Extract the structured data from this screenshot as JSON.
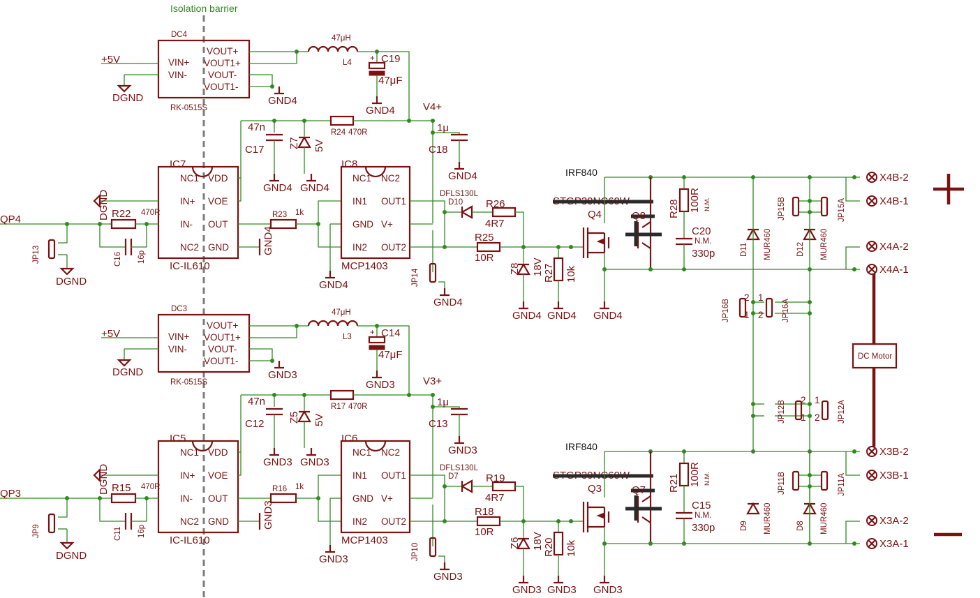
{
  "barrier_label": "Isolation barrier",
  "motor_label": "DC Motor",
  "plus_sign": "+",
  "minus_sign": "−",
  "colors": {
    "wire": "#2e8b1e",
    "part": "#7a1212",
    "barrier": "#7d7d7d",
    "strike": "#2a2a2a"
  },
  "top": {
    "input_net": "QP4",
    "supply": "+5V",
    "dgnd": "DGND",
    "gnd": "GND4",
    "rail": "V4+",
    "dc_name": "DC4",
    "dc_part": "RK-0515S",
    "dc_pins": [
      "VIN+",
      "VIN-",
      "VOUT+",
      "VOUT1+",
      "VOUT-",
      "VOUT1-"
    ],
    "inductor": {
      "name": "L4",
      "value": "47μH"
    },
    "cap_in": {
      "name": "C19",
      "value": "47μF"
    },
    "c_a": {
      "name": "C17",
      "value": "47n"
    },
    "z_a": {
      "name": "Z7",
      "value": "5V"
    },
    "r_a": {
      "name": "R24",
      "value": "470R"
    },
    "c_b": {
      "name": "C18",
      "value": "1μ"
    },
    "iso": {
      "name": "IC7",
      "part": "IC-IL610",
      "pins_left": [
        "NC1",
        "IN+",
        "IN-",
        "NC2"
      ],
      "pins_right": [
        "VDD",
        "VOE",
        "OUT",
        "GND"
      ]
    },
    "drv": {
      "name": "IC8",
      "part": "MCP1403",
      "pins_left": [
        "NC1",
        "IN1",
        "GND",
        "IN2"
      ],
      "pins_right": [
        "NC2",
        "OUT1",
        "V+",
        "OUT2"
      ]
    },
    "r_in": {
      "name": "R22",
      "value": "470R"
    },
    "c_in": {
      "name": "C16",
      "value": "16p"
    },
    "jp_in": "JP13",
    "r_ser": {
      "name": "R23",
      "value": "1k"
    },
    "diode": {
      "name": "D10",
      "part": "DFLS130L"
    },
    "r_g1": {
      "name": "R26",
      "value": "4R7"
    },
    "r_g2": {
      "name": "R25",
      "value": "10R"
    },
    "zener": {
      "name": "Z8",
      "value": "18V"
    },
    "r_pd": {
      "name": "R27",
      "value": "10k"
    },
    "jp_g": "JP14",
    "fet_type": "IRF840",
    "fet_strike": "STGP30NC60W",
    "q_main": "Q4",
    "q_alt": "Q8",
    "r_snub": {
      "name": "R28",
      "value": "100R",
      "note": "N.M."
    },
    "c_snub": {
      "name": "C20",
      "value": "330p",
      "note": "N.M."
    },
    "diode_l": {
      "name": "D11",
      "part": "MUR460"
    },
    "diode_r": {
      "name": "D12",
      "part": "MUR460"
    },
    "jp_b": "JP15B",
    "jp_a": "JP15A",
    "jp_mid_b": "JP16B",
    "jp_mid_a": "JP16A",
    "connectors": [
      "X4B-2",
      "X4B-1",
      "X4A-2",
      "X4A-1"
    ]
  },
  "bottom": {
    "input_net": "QP3",
    "supply": "+5V",
    "dgnd": "DGND",
    "gnd": "GND3",
    "rail": "V3+",
    "dc_name": "DC3",
    "dc_part": "RK-0515S",
    "dc_pins": [
      "VIN+",
      "VIN-",
      "VOUT+",
      "VOUT1+",
      "VOUT-",
      "VOUT1-"
    ],
    "inductor": {
      "name": "L3",
      "value": "47μH"
    },
    "cap_in": {
      "name": "C14",
      "value": "47μF"
    },
    "c_a": {
      "name": "C12",
      "value": "47n"
    },
    "z_a": {
      "name": "Z5",
      "value": "5V"
    },
    "r_a": {
      "name": "R17",
      "value": "470R"
    },
    "c_b": {
      "name": "C13",
      "value": "1μ"
    },
    "iso": {
      "name": "IC5",
      "part": "IC-IL610",
      "pins_left": [
        "NC1",
        "IN+",
        "IN-",
        "NC2"
      ],
      "pins_right": [
        "VDD",
        "VOE",
        "OUT",
        "GND"
      ]
    },
    "drv": {
      "name": "IC6",
      "part": "MCP1403",
      "pins_left": [
        "NC1",
        "IN1",
        "GND",
        "IN2"
      ],
      "pins_right": [
        "NC2",
        "OUT1",
        "V+",
        "OUT2"
      ]
    },
    "r_in": {
      "name": "R15",
      "value": "470R"
    },
    "c_in": {
      "name": "C11",
      "value": "16p"
    },
    "jp_in": "JP9",
    "r_ser": {
      "name": "R16",
      "value": "1k"
    },
    "diode": {
      "name": "D7",
      "part": "DFLS130L"
    },
    "r_g1": {
      "name": "R19",
      "value": "4R7"
    },
    "r_g2": {
      "name": "R18",
      "value": "10R"
    },
    "zener": {
      "name": "Z6",
      "value": "18V"
    },
    "r_pd": {
      "name": "R20",
      "value": "10k"
    },
    "jp_g": "JP10",
    "fet_type": "IRF840",
    "fet_strike": "STGP30NC60W",
    "q_main": "Q3",
    "q_alt": "Q7",
    "r_snub": {
      "name": "R21",
      "value": "100R",
      "note": "N.M."
    },
    "c_snub": {
      "name": "C15",
      "value": "330p",
      "note": "N.M."
    },
    "diode_l": {
      "name": "D9",
      "part": "MUR460"
    },
    "diode_r": {
      "name": "D8",
      "part": "MUR460"
    },
    "jp_b": "JP11B",
    "jp_a": "JP11A",
    "jp_mid_b": "JP12B",
    "jp_mid_a": "JP12A",
    "connectors": [
      "X3B-2",
      "X3B-1",
      "X3A-2",
      "X3A-1"
    ]
  },
  "jumper_pins": [
    "1",
    "2"
  ]
}
